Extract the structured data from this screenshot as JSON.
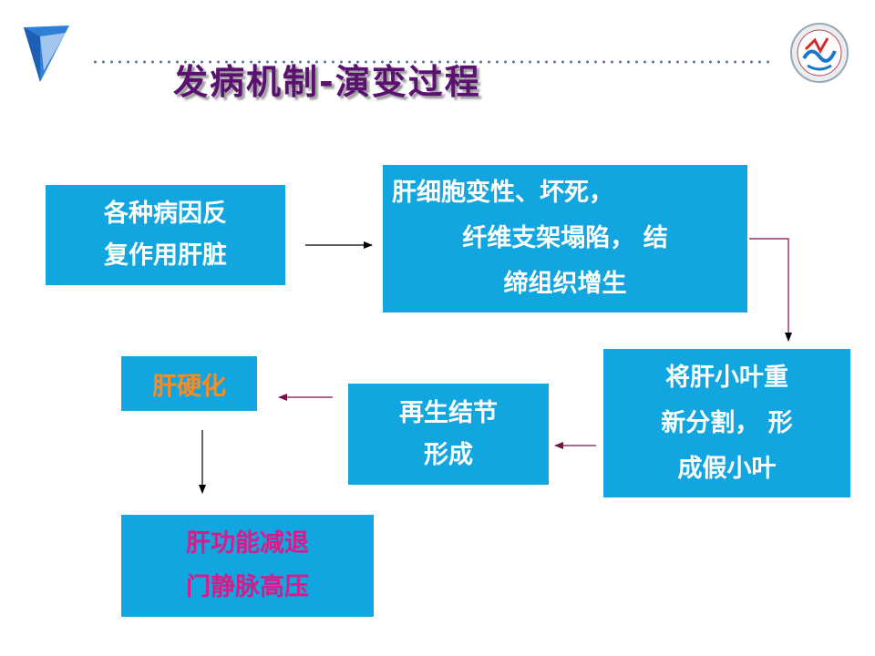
{
  "slide": {
    "title": "发病机制-演变过程",
    "boxes": {
      "causes": [
        "各种病因反",
        "复作用肝脏"
      ],
      "degeneration": [
        "肝细胞变性、坏死，",
        "纤维支架塌陷， 结",
        "缔组织增生"
      ],
      "lobule_division": [
        "将肝小叶重",
        "新分割， 形",
        "成假小叶"
      ],
      "regeneration": [
        "再生结节",
        "形成"
      ],
      "cirrhosis": "肝硬化",
      "consequences": [
        "肝功能减退",
        "门静脉高压"
      ]
    },
    "colors": {
      "box_fill": "#12a6e0",
      "box_text": "#ffffff",
      "title": "#5a1170",
      "cirrhosis_text": "#ff8a1e",
      "consequence_text": "#d81b8a",
      "arrow_dark": "#000000",
      "arrow_purple": "#7a0f4a"
    }
  }
}
